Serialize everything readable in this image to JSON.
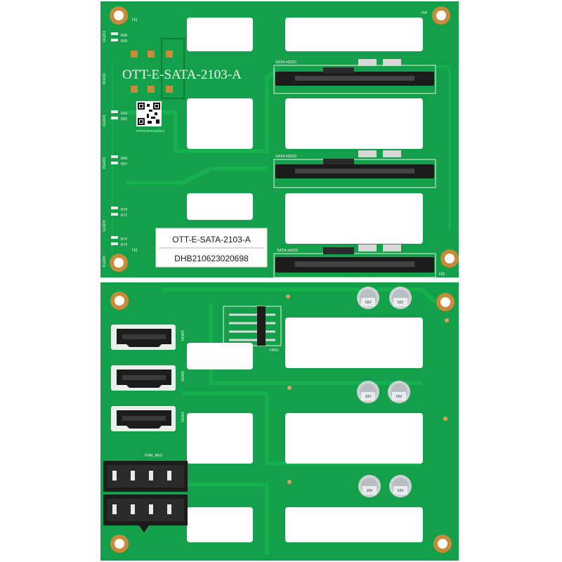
{
  "colors": {
    "pcb": "#14a04a",
    "pcb_dark": "#0e7f3a",
    "trace": "#17b04f",
    "cutout": "#ffffff",
    "copper_ring": "#c98a3a",
    "silkscreen": "#f4f7f4",
    "connector_black": "#1c1c1c",
    "capacitor": "#cfd3d6"
  },
  "top_board": {
    "board_name": "OTT-E-SATA-2103-A",
    "connector_labels": [
      "SATA-HDD1",
      "SATA-HDD2",
      "SATA-HDD3"
    ],
    "sticker": {
      "model": "OTT-E-SATA-2103-A",
      "serial": "DHB210623020698"
    },
    "qr_caption": "OTT-E-SATA2103-A",
    "hole_labels": [
      "H1",
      "H4",
      "H2",
      "H3"
    ],
    "led_labels": [
      "GLED1",
      "RLED1",
      "GLED3",
      "RLED3",
      "GLED4",
      "RLED4"
    ],
    "resistor_labels": [
      "R58",
      "R59",
      "R64",
      "R65",
      "R66",
      "R67",
      "R70",
      "R71",
      "R72",
      "R73"
    ]
  },
  "bottom_board": {
    "sata_port_labels": [
      "SATA3",
      "SATA2",
      "SATA1"
    ],
    "power_label": "PWR_RED",
    "fan_label": "FAN1",
    "capacitor_marking": "16V",
    "capacitor_count": 6
  },
  "icons": [
    "qr-code-icon",
    "mounting-hole-icon",
    "capacitor-icon"
  ]
}
